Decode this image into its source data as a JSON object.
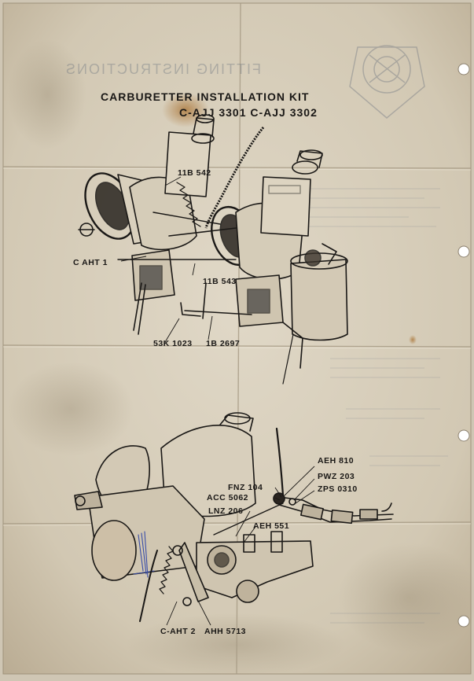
{
  "document": {
    "title": "CARBURETTER INSTALLATION KIT",
    "kit_numbers": "C-AJJ 3301  C-AJJ 3302",
    "show_through_heading": "FITTING INSTRUCTIONS"
  },
  "part_labels": {
    "p_11b542": "11B 542",
    "p_caht1": "C AHT 1",
    "p_11b543": "11B 543",
    "p_53k1023": "53K 1023",
    "p_1b2697": "1B 2697",
    "p_aeh810": "AEH 810",
    "p_fnz104": "FNZ 104",
    "p_pwz203": "PWZ 203",
    "p_acc5062": "ACC 5062",
    "p_zps0310": "ZPS 0310",
    "p_lnz206": "LNZ 206",
    "p_aeh551": "AEH 551",
    "p_caht2": "C-AHT 2",
    "p_ahh5713": "AHH 5713"
  },
  "colors": {
    "paper": "#d8cfbd",
    "ink": "#1a1816",
    "stain": "#b07a3c",
    "ballpoint": "#3a4ea8"
  }
}
